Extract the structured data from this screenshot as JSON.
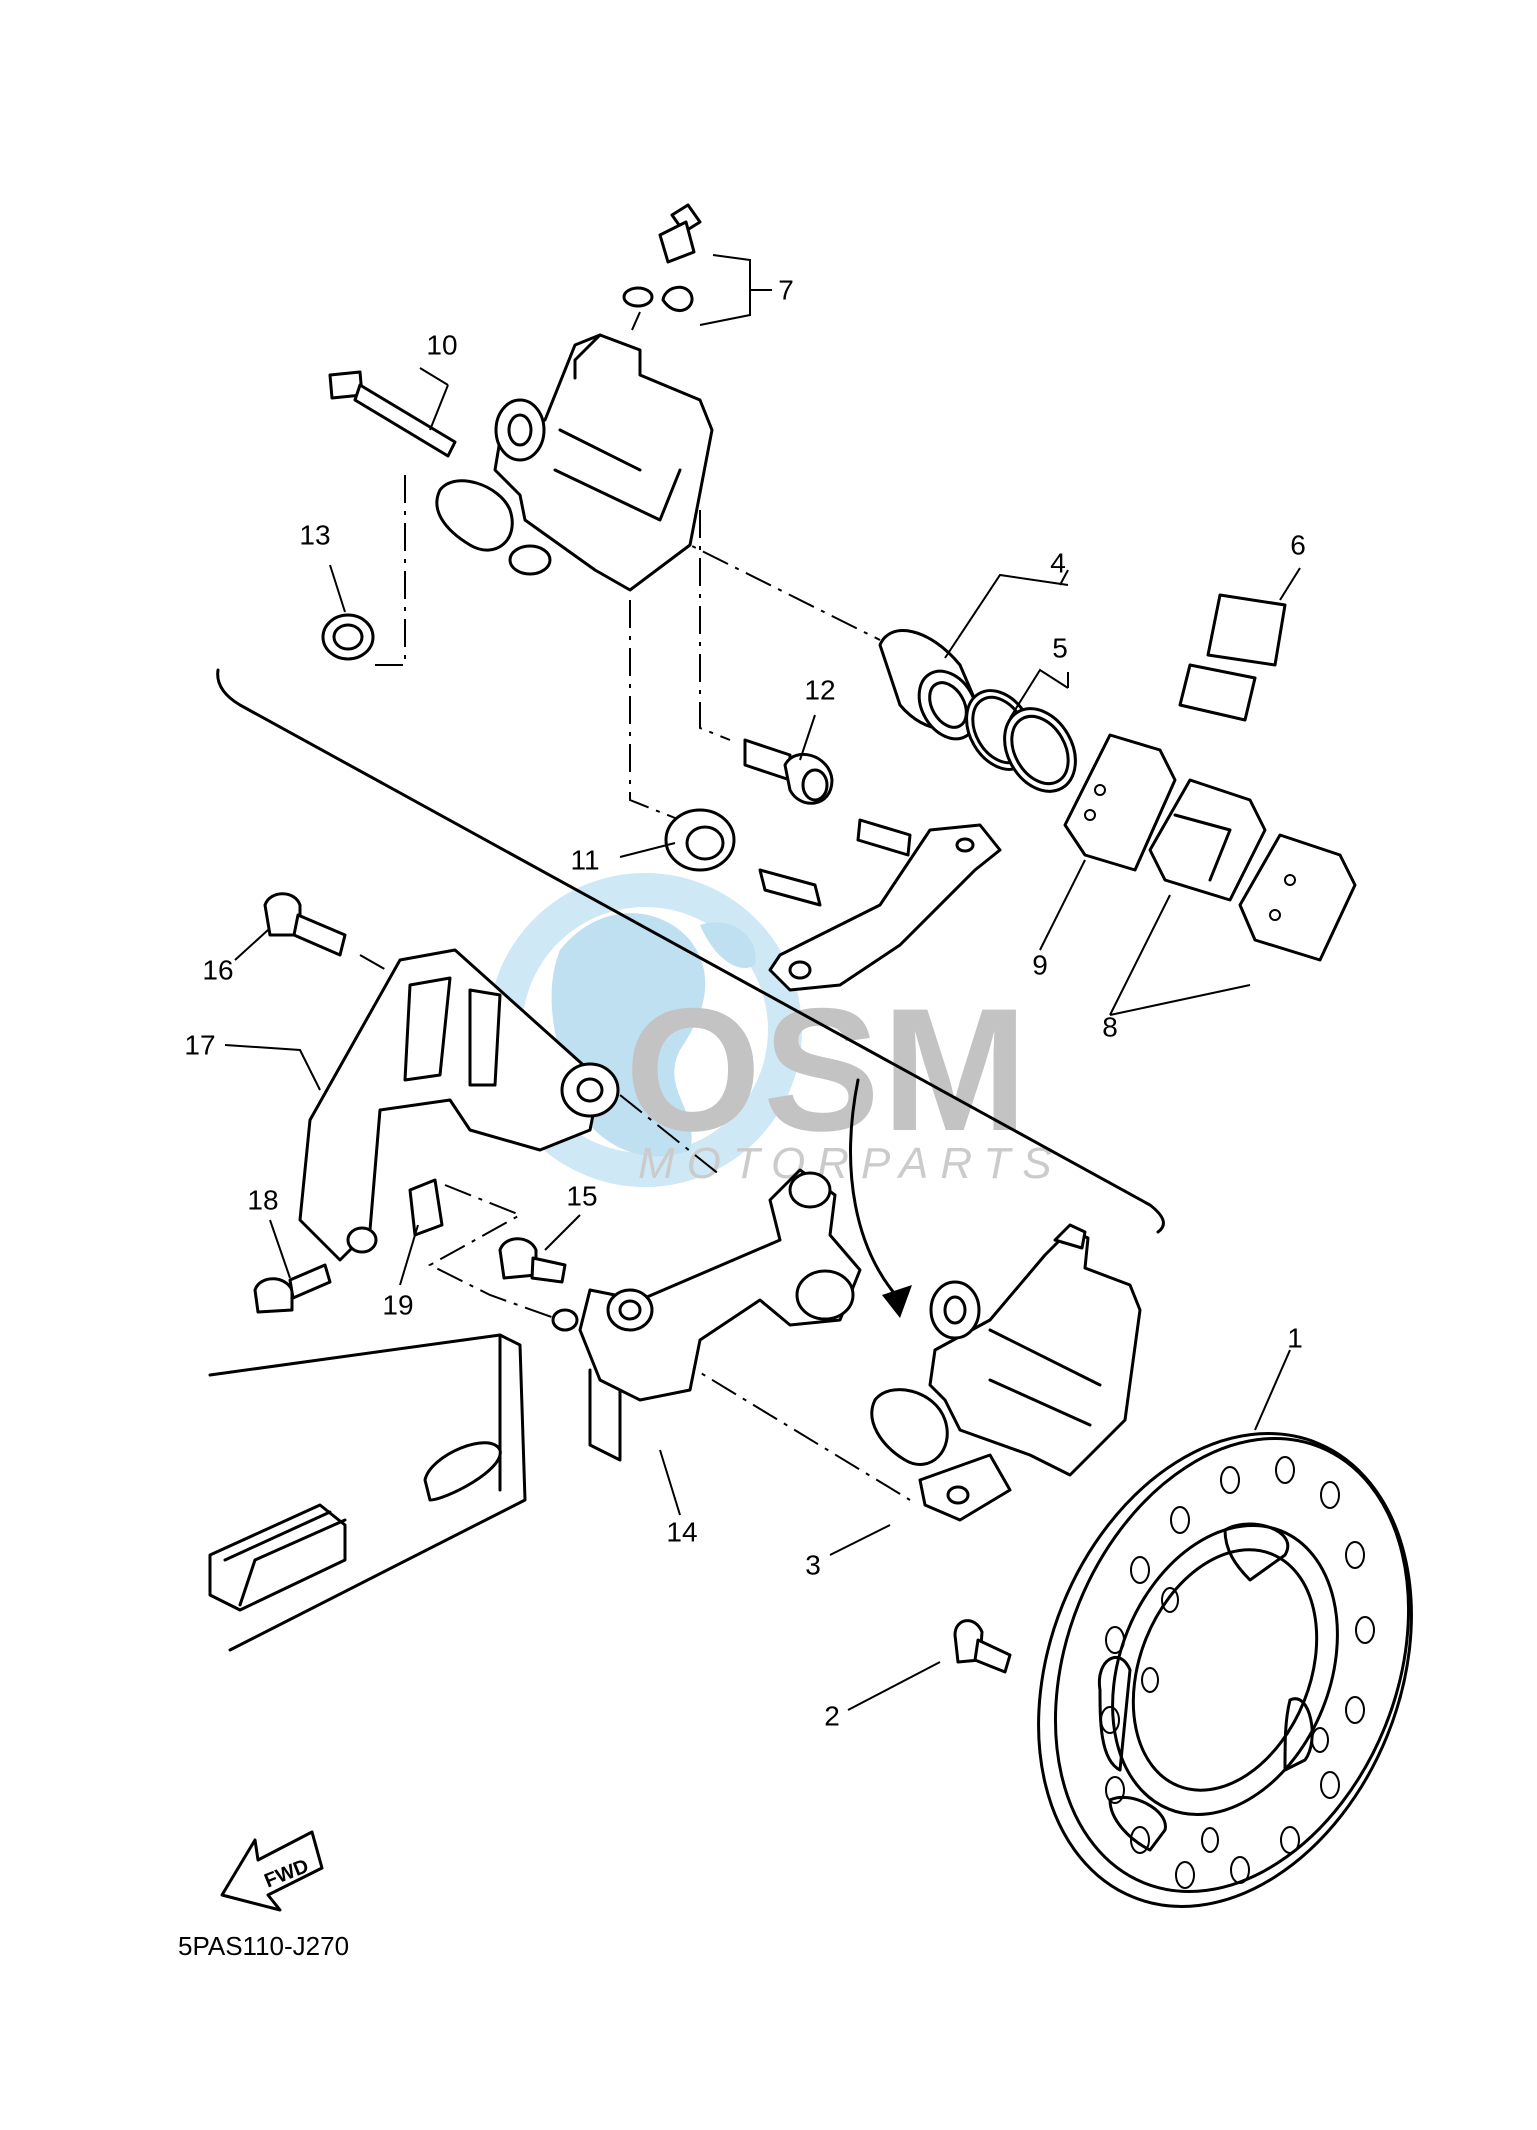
{
  "diagram_code": "5PAS110-J270",
  "fwd_label": "FWD",
  "watermark": {
    "brand": "OSM",
    "sub": "MOTORPARTS",
    "globe_color": "#a9d6ef",
    "text_color": "#b9b9b9"
  },
  "callouts": [
    "1",
    "2",
    "3",
    "4",
    "5",
    "6",
    "7",
    "8",
    "9",
    "10",
    "11",
    "12",
    "13",
    "14",
    "15",
    "16",
    "17",
    "18",
    "19"
  ]
}
